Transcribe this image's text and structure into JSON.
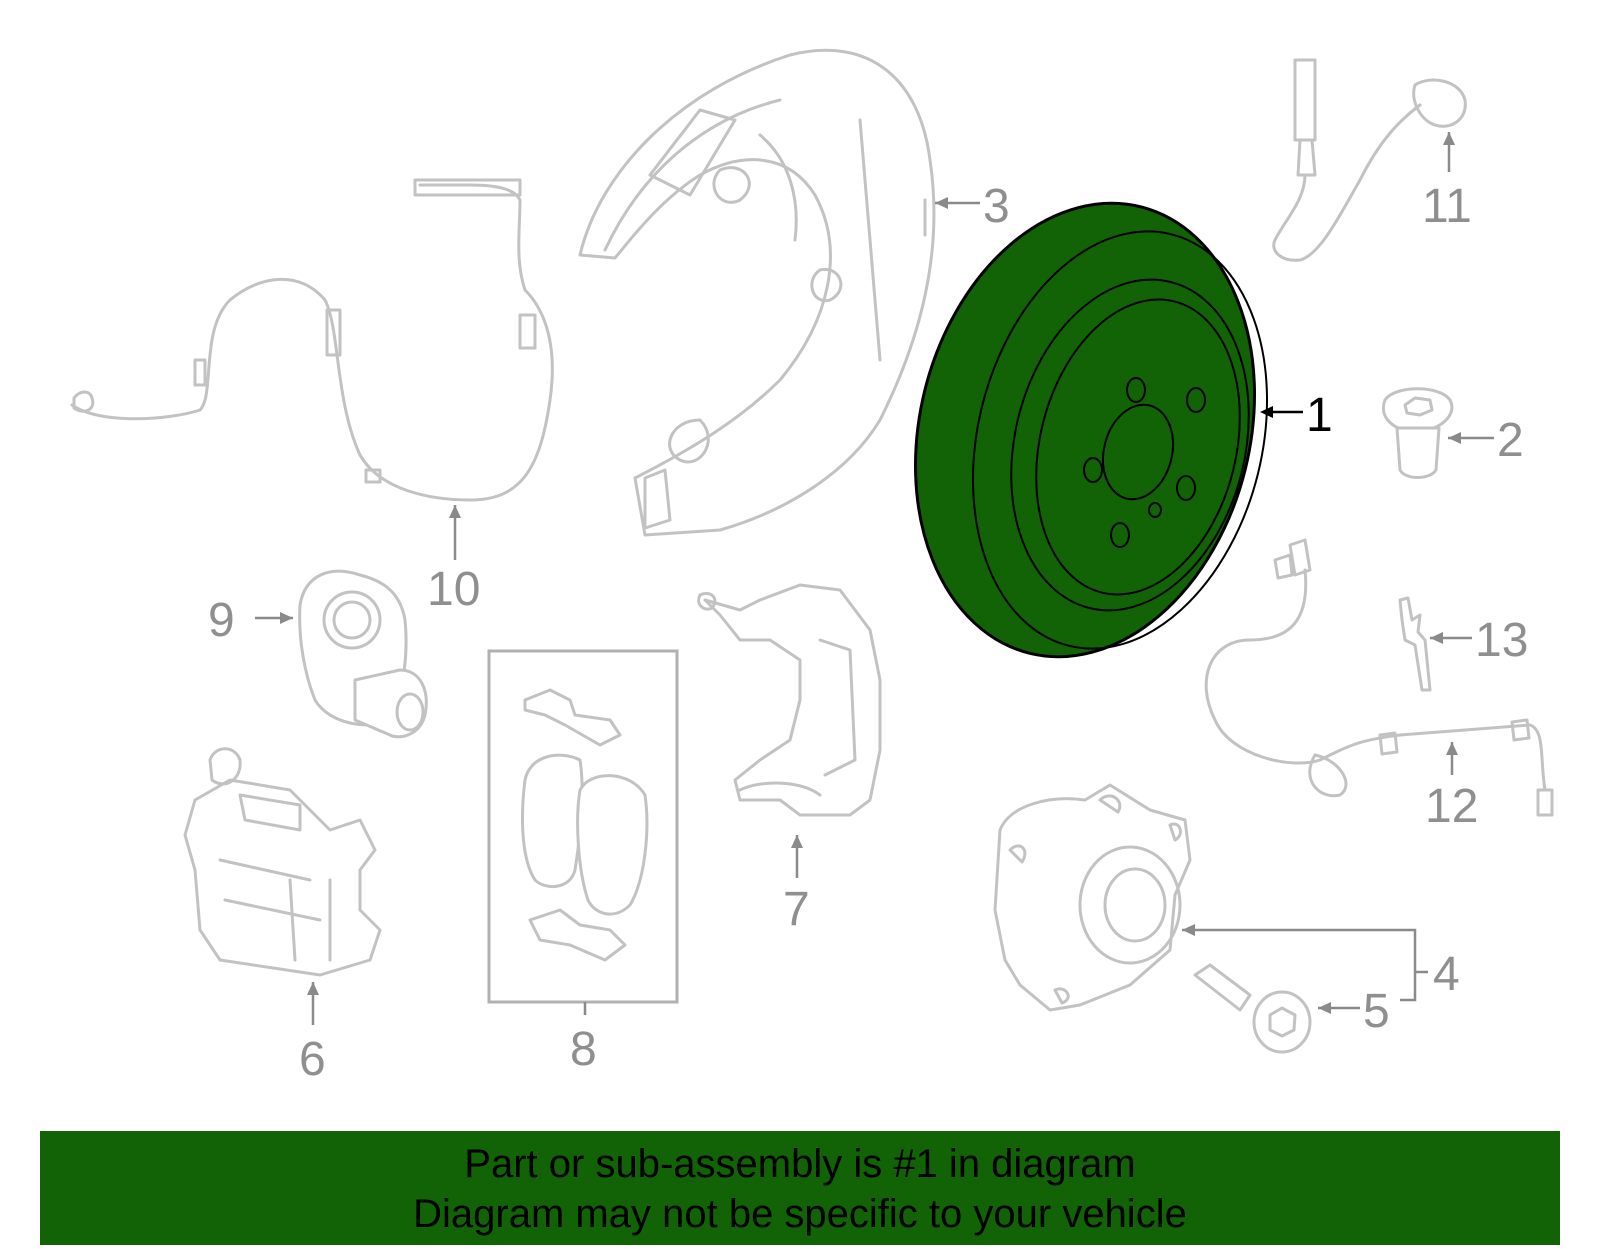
{
  "diagram": {
    "highlight_color": "#116306",
    "callouts": {
      "c1": "1",
      "c2": "2",
      "c3": "3",
      "c4": "4",
      "c5": "5",
      "c6": "6",
      "c7": "7",
      "c8": "8",
      "c9": "9",
      "c10": "10",
      "c11": "11",
      "c12": "12",
      "c13": "13"
    }
  },
  "banner": {
    "line1": "Part or sub-assembly is #1 in diagram",
    "line2": "Diagram may not be specific to your vehicle"
  }
}
